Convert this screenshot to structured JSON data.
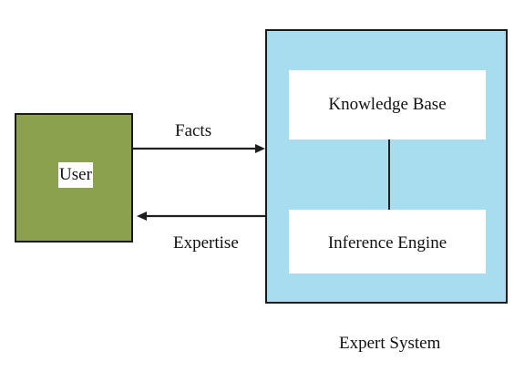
{
  "diagram": {
    "user_label": "User",
    "facts_label": "Facts",
    "expertise_label": "Expertise",
    "knowledge_base_label": "Knowledge Base",
    "inference_engine_label": "Inference Engine",
    "expert_system_label": "Expert System"
  },
  "colors": {
    "user_fill": "#8aa14e",
    "expert_system_fill": "#a8dcef",
    "inner_box_fill": "#ffffff",
    "line_color": "#222222"
  }
}
